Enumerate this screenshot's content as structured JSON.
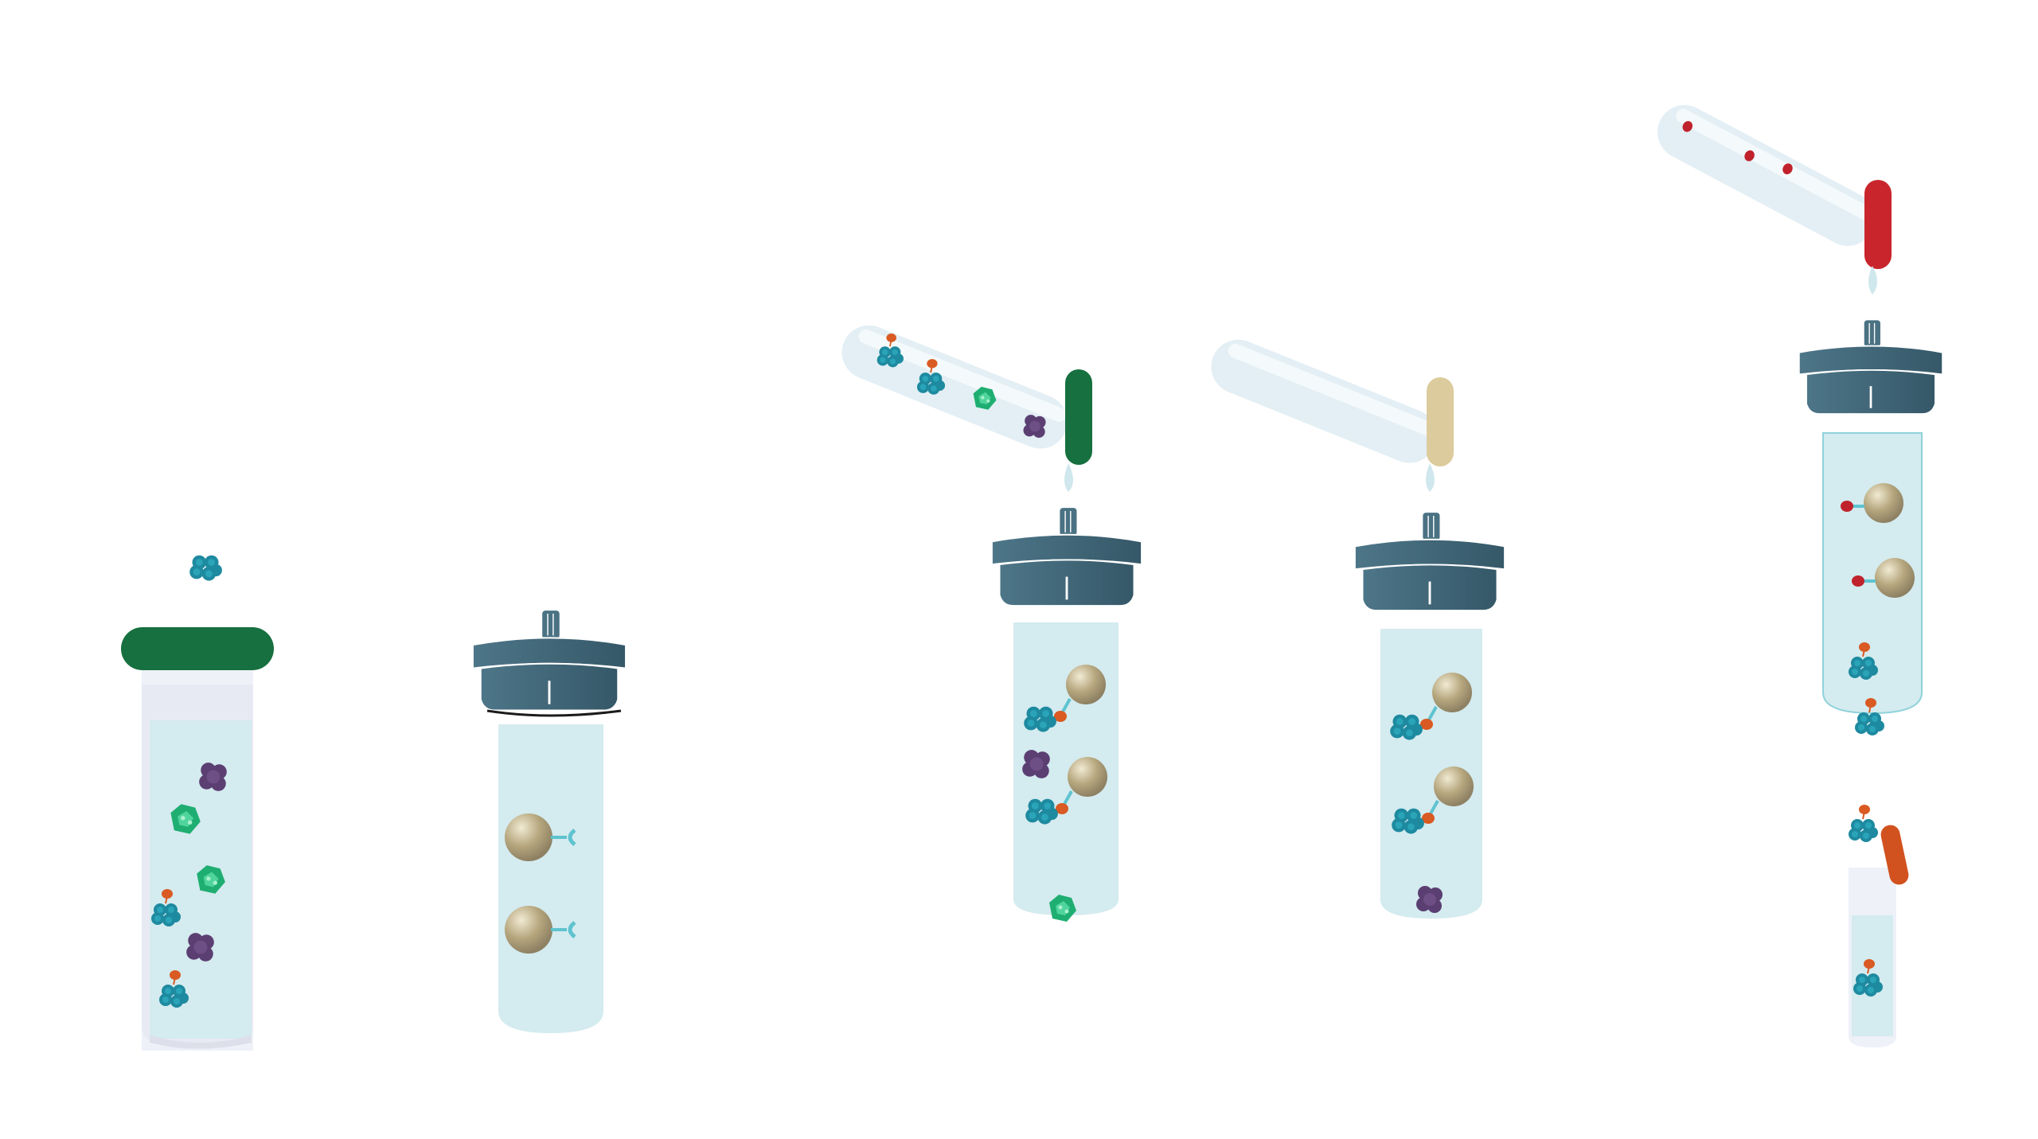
{
  "diagram": {
    "type": "affinity-purification-workflow",
    "steps": [
      {
        "name": "sample-tube",
        "cap": "green-cap",
        "contents": [
          "tagged-protein",
          "contaminant-purple",
          "contaminant-green"
        ]
      },
      {
        "name": "column-with-beads",
        "contents": [
          "affinity-bead",
          "affinity-bead"
        ]
      },
      {
        "name": "bind-step",
        "pour_tube_cap": "green-cap",
        "contents": [
          "bound-tagged-protein",
          "contaminant-purple"
        ],
        "flowthrough": [
          "contaminant-green"
        ]
      },
      {
        "name": "wash-step",
        "pour_tube_cap": "beige-cap",
        "contents": [
          "bound-tagged-protein"
        ],
        "flowthrough": [
          "contaminant-purple"
        ]
      },
      {
        "name": "elute-step",
        "pour_tube_cap": "red-cap",
        "contents": [
          "competitor-bound-bead"
        ],
        "eluate": [
          "tagged-protein"
        ],
        "collection_tube_cap": "orange-cap"
      }
    ]
  },
  "colors": {
    "tube_liquid": "#d4ebef",
    "tube_glass": "#eaf3f6",
    "column_cap": "#3f6577",
    "green_cap": "#16703f",
    "beige_cap": "#dccb9c",
    "red_cap": "#c8252c",
    "orange_cap": "#d1521f",
    "protein_teal": "#1e8aa0",
    "tag_orange": "#d95a22",
    "contaminant_purple": "#5b3f72",
    "contaminant_green": "#1fae72",
    "bead_gold": "#b6a77e",
    "linker": "#5ec3cf",
    "competitor_red": "#c0222b"
  }
}
